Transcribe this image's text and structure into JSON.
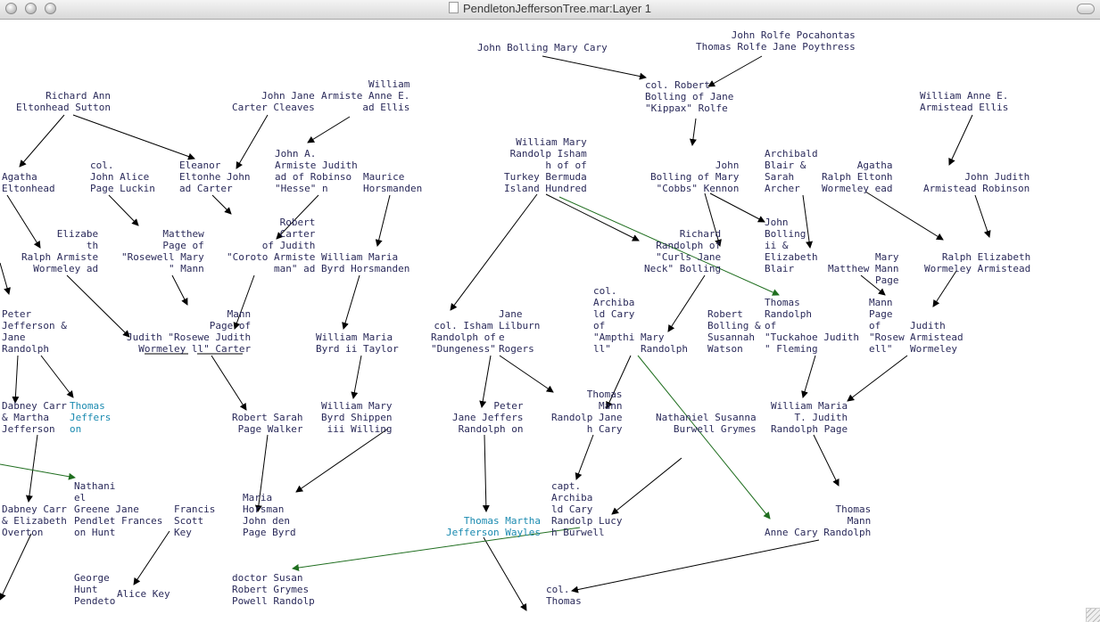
{
  "window": {
    "title": "PendletonJeffersonTree.mar:Layer 1"
  },
  "colors": {
    "text": "#2a2a5a",
    "highlight": "#1a8ab0",
    "edge": "#000000",
    "green_edge": "#1f6e1f"
  },
  "nodes": {
    "n_bolling_cary": "John Bolling Mary Cary",
    "n_rolfe_pocahontas": "John Rolfe Pocahontas\nThomas Rolfe Jane Poythress",
    "n_col_robert_bolling": "col. Robert\nBolling of Jane\n\"Kippax\" Rolfe",
    "n_eltonhead_sutton": "Richard Ann\nEltonhead Sutton",
    "n_carter_cleaves": "John Jane\nCarter Cleaves",
    "n_armistead_ellis": "William\nArmiste Anne E.\nad Ellis",
    "n_armistead_ellis_r": "William Anne E.\nArmistead Ellis",
    "n_agatha": "Agatha\nEltonhead",
    "n_page_luckin": "col.\nJohn Alice\nPage Luckin",
    "n_eleanor_carter": "Eleanor\nEltonhe John\nad Carter",
    "n_john_armistead_robinson": "John A.\nArmiste Judith\nad of Robinso\n\"Hesse\" n",
    "n_maurice": "Maurice\nHorsmanden",
    "n_randolph_isham": "William Mary\nRandolp Isham\nh of of\nTurkey Bermuda\nIsland Hundred",
    "n_john_bolling_kennon": "John\nBolling of Mary\n\"Cobbs\" Kennon",
    "n_archibald_blair": "Archibald\nBlair &\nSarah\nArcher",
    "n_ralph_agatha": "Agatha\nRalph Eltonh\nWormeley ead",
    "n_john_armistead_judith": "John Judith\nArmistead Robinson",
    "n_ralph_wormeley_elizabeth": "Elizabe\nth\nRalph Armiste\nWormeley ad",
    "n_matthew_page": "Matthew\nPage of\n\"Rosewell Mary\n\" Mann",
    "n_robert_carter_judith": "Robert\nCarter\nof Judith\n\"Coroto Armiste\nman\" ad",
    "n_byrd_horsmanden": "William Maria\nByrd Horsmanden",
    "n_richard_randolph": "Richard\nRandolph of\n\"Curls Jane\nNeck\" Bolling",
    "n_john_bolling_blair": "John\nBolling\nii &\nElizabeth\nBlair",
    "n_matthew_mary_mann": "Mary\nMatthew Mann\nPage",
    "n_ralph_elizabeth": "Ralph Elizabeth\nWormeley Armistead",
    "n_peter_jefferson": "Peter\nJefferson &\nJane\nRandolph",
    "n_mann_page": "Mann\nPage of\nJudith \"Rosewe Judith\nWormeley ll\" Carter",
    "n_byrd_ii": "William Maria\nByrd ii Taylor",
    "n_col_isham": "col. Isham\nRandolph of\n\"Dungeness\"",
    "n_jane_lilburne": "Jane\nLilburn\ne\nRogers",
    "n_col_archibald_cary": "col.\nArchiba\nld Cary\nof\n\"Ampthi\nll\"",
    "n_mary_randolph": "Mary\nRandolph",
    "n_robert_bolling_watson": "Robert\nBolling &\nSusannah\nWatson",
    "n_thomas_randolph_tuckahoe": "Thomas\nRandolph\nof\n\"Tuckahoe Judith\n\" Fleming",
    "n_mann_page_rosewell": "Mann\nPage\nof\n\"Rosew\nell\"",
    "n_judith_armistead_wormeley": "Judith\nArmistead\nWormeley",
    "n_dabney_martha": "Dabney Carr\n& Martha\nJefferson",
    "n_thomas_jefferson_left": "Thomas\nJeffers\non",
    "n_robert_page_walker": "Robert Sarah\nPage Walker",
    "n_byrd_iii": "William Mary\nByrd Shippen\niii Willing",
    "n_peter_jefferson_jane": "Peter\nJane Jeffers\nRandolph on",
    "n_thomas_mann_jane_cary": "Thomas\nMann\nRandolp Jane\nh Cary",
    "n_burwell_grymes": "Nathaniel Susanna\nBurwell Grymes",
    "n_william_randolph_page": "William Maria\nT. Judith\nRandolph Page",
    "n_nathaniel_pendleton": "Nathani\nel\nGreene Jane\nPendlet Frances\non Hunt",
    "n_dabney_elizabeth": "Dabney Carr\n& Elizabeth\nOverton",
    "n_francis_key": "Francis\nScott\nKey",
    "n_john_page_maria": "Maria\nHorsman\nJohn den\nPage Byrd",
    "n_thomas_jefferson_martha": "Thomas Martha\nJefferson Wayles",
    "n_capt_archibald_lucy": "capt.\nArchiba\nld Cary\nRandolp Lucy\nh Burwell",
    "n_anne_cary_thomas": "Thomas\nMann\nAnne Cary Randolph",
    "n_george_hunt": "George\nHunt\nPendeto",
    "n_alice_key": "Alice Key",
    "n_doctor_robert": "doctor Susan\nRobert Grymes\nPowell Randolp",
    "n_col_thomas": "col.\nThomas"
  }
}
